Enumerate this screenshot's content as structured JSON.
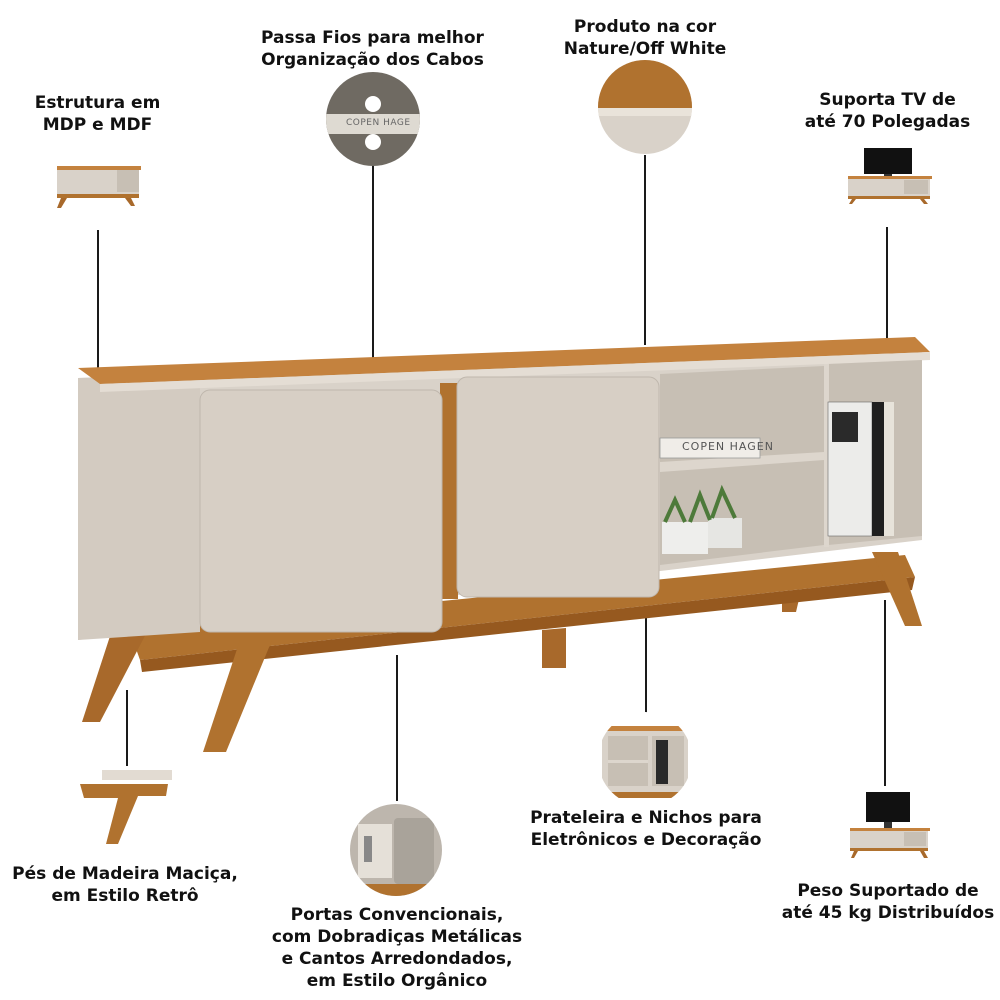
{
  "features": {
    "structure": {
      "line1": "Estrutura em",
      "line2": "MDP e MDF"
    },
    "cable": {
      "line1": "Passa Fios para melhor",
      "line2": "Organização dos Cabos"
    },
    "color": {
      "line1": "Produto na cor",
      "line2": "Nature/Off White"
    },
    "tv": {
      "line1": "Suporta TV de",
      "line2": "até 70 Polegadas"
    },
    "feet": {
      "line1": "Pés de Madeira Maciça,",
      "line2": "em Estilo Retrô"
    },
    "doors": {
      "line1": "Portas Convencionais,",
      "line2": "com Dobradiças Metálicas",
      "line3": "e Cantos Arredondados,",
      "line4": "em Estilo Orgânico"
    },
    "shelves": {
      "line1": "Prateleira e Nichos para",
      "line2": "Eletrônicos e Decoração"
    },
    "weight": {
      "line1": "Peso Suportado de",
      "line2": "até 45 kg Distribuídos"
    }
  },
  "decor": {
    "book_title": "COPEN HAGEN",
    "grommet_text": "COPEN HAGE"
  },
  "colors": {
    "wood": "#b0722f",
    "off_white": "#d9d2c9",
    "dark": "#1a1a1a"
  }
}
